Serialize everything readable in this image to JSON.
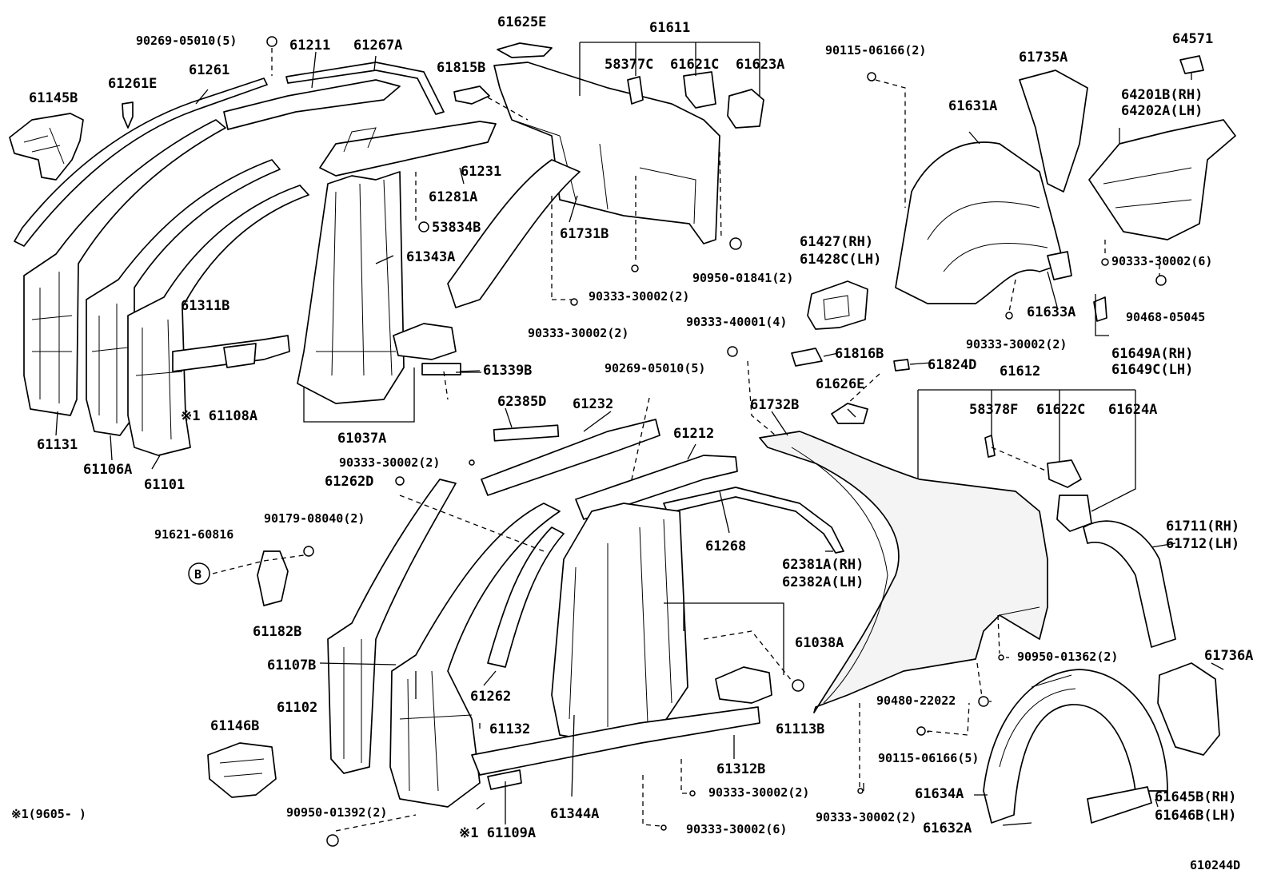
{
  "callouts": {
    "b": "B"
  },
  "labels": {
    "l_90269_05010_upper": "90269-05010(5)",
    "l_61211": "61211",
    "l_61267a": "61267A",
    "l_61261": "61261",
    "l_61261e": "61261E",
    "l_61145b": "61145B",
    "l_61625e": "61625E",
    "l_61611": "61611",
    "l_61815b": "61815B",
    "l_58377c": "58377C",
    "l_61621c": "61621C",
    "l_61623a": "61623A",
    "l_90115_06166_upper": "90115-06166(2)",
    "l_61735a": "61735A",
    "l_64571": "64571",
    "l_64201b_rh": "64201B(RH)",
    "l_64202a_lh": "64202A(LH)",
    "l_61631a": "61631A",
    "l_61231": "61231",
    "l_61281a": "61281A",
    "l_61731b": "61731B",
    "l_53834b": "53834B",
    "l_61343a": "61343A",
    "l_61427_rh": "61427(RH)",
    "l_61428c_lh": "61428C(LH)",
    "l_90333_30002_6_upper": "90333-30002(6)",
    "l_90950_01841": "90950-01841(2)",
    "l_90333_30002_2_a": "90333-30002(2)",
    "l_61311b": "61311B",
    "l_61633a": "61633A",
    "l_90468_05045": "90468-05045",
    "l_90333_40001": "90333-40001(4)",
    "l_90333_30002_2_b": "90333-30002(2)",
    "l_90333_30002_2_c": "90333-30002(2)",
    "l_61649a_rh": "61649A(RH)",
    "l_61649c_lh": "61649C(LH)",
    "l_61816b": "61816B",
    "l_61824d": "61824D",
    "l_61339b": "61339B",
    "l_90269_05010_lower": "90269-05010(5)",
    "l_61612": "61612",
    "l_61626e": "61626E",
    "l_62385d": "62385D",
    "l_61232": "61232",
    "l_61732b": "61732B",
    "l_58378f": "58378F",
    "l_61622c": "61622C",
    "l_61624a": "61624A",
    "l_61108a_note": "※1 61108A",
    "l_61037a": "61037A",
    "l_61212": "61212",
    "l_61131": "61131",
    "l_90333_30002_2_d": "90333-30002(2)",
    "l_61106a": "61106A",
    "l_61101": "61101",
    "l_61262d": "61262D",
    "l_90179_08040": "90179-08040(2)",
    "l_91621_60816": "91621-60816",
    "l_61711_rh": "61711(RH)",
    "l_61712_lh": "61712(LH)",
    "l_61268": "61268",
    "l_62381a_rh": "62381A(RH)",
    "l_62382a_lh": "62382A(LH)",
    "l_61182b": "61182B",
    "l_61038a": "61038A",
    "l_90950_01362": "90950-01362(2)",
    "l_61736a": "61736A",
    "l_61107b": "61107B",
    "l_61262": "61262",
    "l_90480_22022": "90480-22022",
    "l_61102": "61102",
    "l_61146b": "61146B",
    "l_61132": "61132",
    "l_61113b": "61113B",
    "l_90115_06166_lower": "90115-06166(5)",
    "l_61312b": "61312B",
    "l_61634a": "61634A",
    "l_90333_30002_2_e": "90333-30002(2)",
    "l_61645b_rh": "61645B(RH)",
    "l_90950_01392": "90950-01392(2)",
    "l_90333_30002_2_f": "90333-30002(2)",
    "l_61632a": "61632A",
    "l_61646b_lh": "61646B(LH)",
    "l_61344a": "61344A",
    "l_footnote": "※1(9605-     )",
    "l_90333_30002_6_lower": "90333-30002(6)",
    "l_61109a_note": "※1 61109A",
    "l_diagram_id": "610244D"
  }
}
